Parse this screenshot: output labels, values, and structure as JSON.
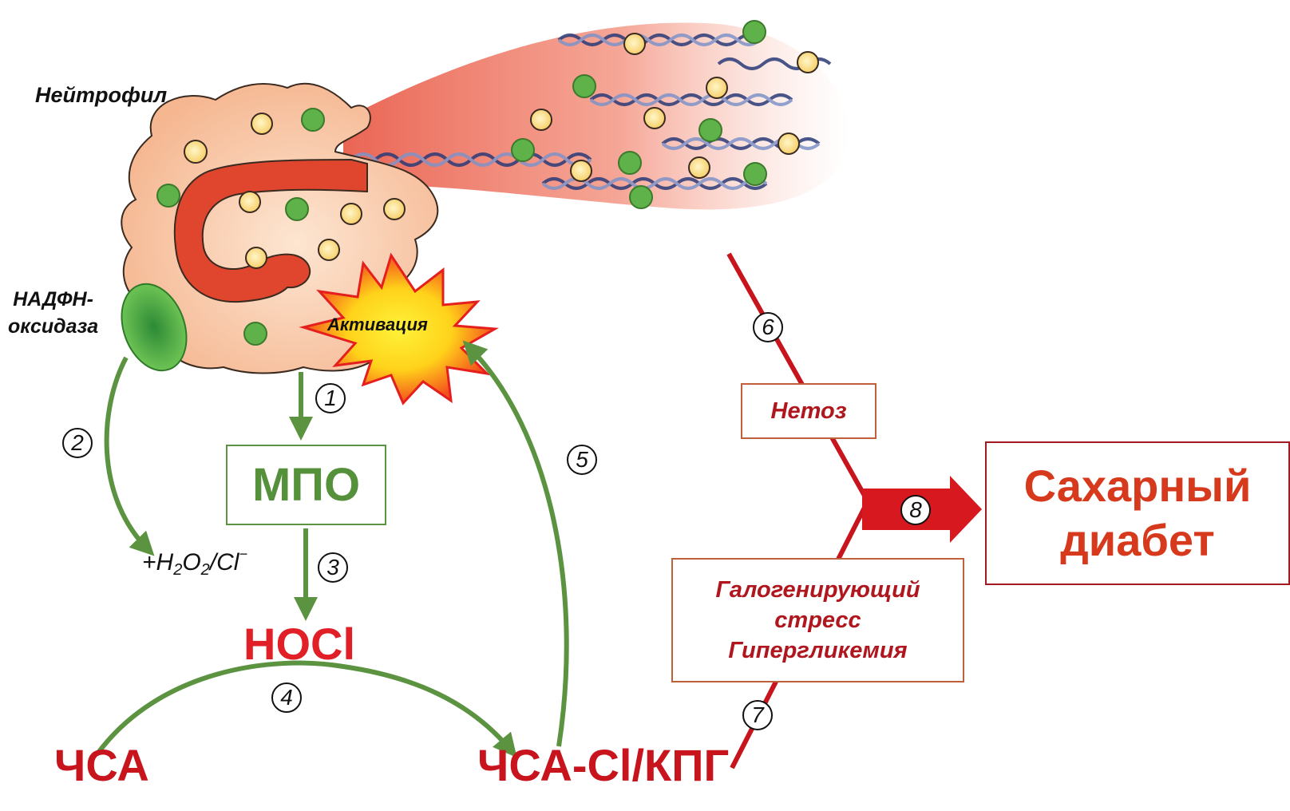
{
  "diagram": {
    "labels": {
      "neutrophil": "Нейтрофил",
      "nadph_oxidase_line1": "НАДФН-",
      "nadph_oxidase_line2": "оксидаза",
      "activation": "Активация",
      "mpo": "МПО",
      "h2o2_prefix": "+H",
      "h2o2_sub1": "2",
      "h2o2_mid": "O",
      "h2o2_sub2": "2",
      "h2o2_cl": "/Cl",
      "h2o2_sup": "−",
      "hocl": "HOCl",
      "hsa": "ЧСА",
      "hsa_cl": "ЧСА-Cl/КПГ",
      "netosis": "Нетоз",
      "stress_line1": "Галогенирующий",
      "stress_line2": "стресс",
      "stress_line3": "Гипергликемия",
      "diabetes_line1": "Сахарный",
      "diabetes_line2": "диабет"
    },
    "steps": [
      "1",
      "2",
      "3",
      "4",
      "5",
      "6",
      "7",
      "8"
    ],
    "colors": {
      "green_arrow": "#5b9340",
      "red_path": "#c8141c",
      "hocl_red": "#e11f26",
      "diabetes_text": "#d7391d",
      "cell_fill": "#f6c3a0",
      "granule_green": "#5fb24a",
      "granule_yellow": "#fde48a"
    }
  }
}
